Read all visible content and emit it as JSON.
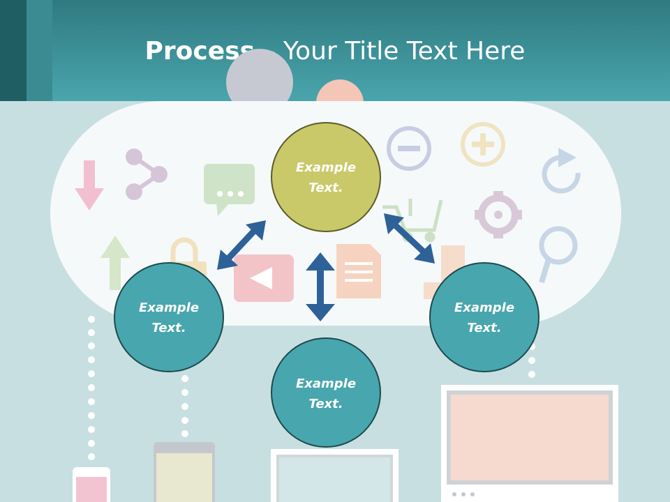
{
  "slide": {
    "title_bold": "Process",
    "title_rest": " – Your Title Text Here"
  },
  "nodes": {
    "top": {
      "line1": "Example",
      "line2": "Text."
    },
    "left": {
      "line1": "Example",
      "line2": "Text."
    },
    "bottom": {
      "line1": "Example",
      "line2": "Text."
    },
    "right": {
      "line1": "Example",
      "line2": "Text."
    }
  },
  "colors": {
    "header": "#4aa5ad",
    "background": "#c8dfe1",
    "node_top": "#c9c96a",
    "node_teal": "#48a6ae",
    "arrow": "#2e6197"
  },
  "icons": [
    "down-arrow-icon",
    "share-icon",
    "chat-icon",
    "minus-icon",
    "plus-icon",
    "refresh-icon",
    "up-arrow-icon",
    "lock-icon",
    "video-icon",
    "document-icon",
    "cart-icon",
    "gear-icon",
    "search-icon"
  ]
}
